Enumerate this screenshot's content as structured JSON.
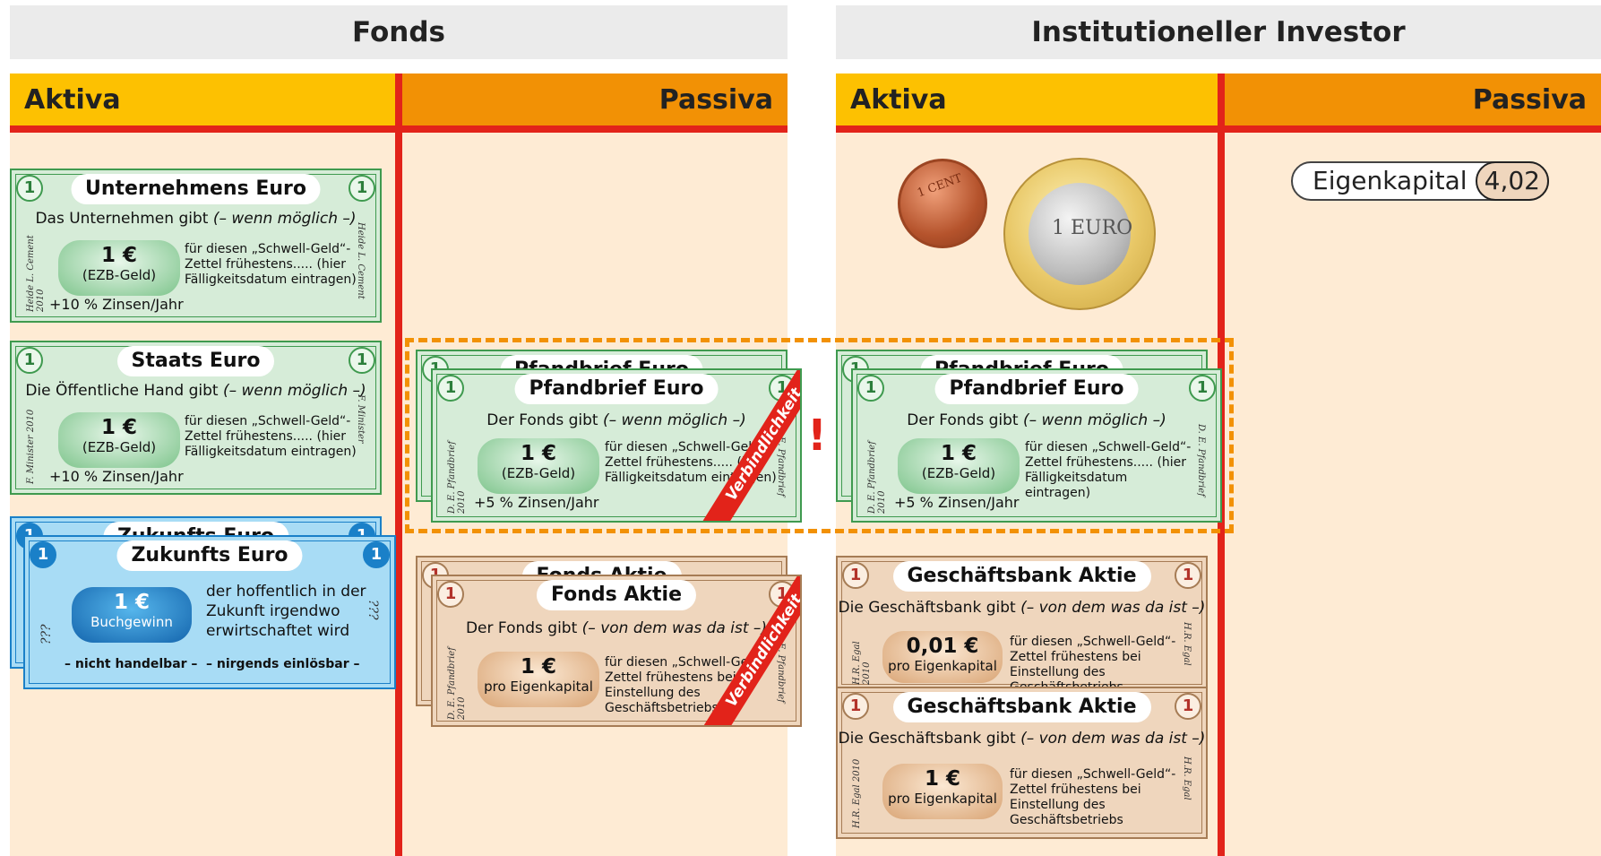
{
  "headers": {
    "fonds": "Fonds",
    "investor": "Institutioneller Investor"
  },
  "columns": {
    "aktiva": "Aktiva",
    "passiva": "Passiva"
  },
  "notes": {
    "unternehmen": {
      "number": "1",
      "title": "Unternehmens Euro",
      "line1": "Das Unternehmen gibt",
      "line1_italic": "(– wenn möglich –)",
      "amount": "1 €",
      "unit": "(EZB-Geld)",
      "desc": "für diesen „Schwell-Geld“-Zettel frühestens..... (hier Fälligkeitsdatum eintragen)",
      "foot": "+10 % Zinsen/Jahr",
      "sign": "Heide L. Cement 2010",
      "sign_right": "Heide L. Cement"
    },
    "staat": {
      "number": "1",
      "title": "Staats Euro",
      "line1": "Die Öffentliche Hand gibt",
      "line1_italic": "(– wenn möglich –)",
      "amount": "1 €",
      "unit": "(EZB-Geld)",
      "desc": "für diesen „Schwell-Geld“-Zettel frühestens..... (hier Fälligkeitsdatum eintragen)",
      "foot": "+10 % Zinsen/Jahr",
      "sign": "F. Minister 2010",
      "sign_right": "F. Minister"
    },
    "zukunft": {
      "number": "1",
      "title": "Zukunfts Euro",
      "amount": "1 €",
      "unit": "Buchgewinn",
      "desc": "der hoffentlich in der Zukunft irgendwo erwirtschaftet wird",
      "foot_left": "– nicht handelbar –",
      "foot_right": "– nirgends einlösbar –",
      "sign": "???"
    },
    "pfandbrief": {
      "number": "1",
      "title": "Pfandbrief Euro",
      "line1": "Der Fonds gibt",
      "line1_italic": "(– wenn möglich –)",
      "amount": "1 €",
      "unit": "(EZB-Geld)",
      "desc": "für diesen „Schwell-Geld“-Zettel frühestens..... (hier Fälligkeitsdatum eintragen)",
      "foot": "+5 % Zinsen/Jahr",
      "sign": "D. E. Pfandbrief 2010",
      "sign_right": "D. E. Pfandbrief"
    },
    "fondsaktie": {
      "number": "1",
      "title": "Fonds Aktie",
      "line1": "Der Fonds gibt",
      "line1_italic": "(– von dem was da ist –)",
      "amount": "1 €",
      "unit": "pro Eigenkapital",
      "desc": "für diesen „Schwell-Geld“-Zettel frühestens bei Einstellung des Geschäftsbetriebs",
      "sign": "D. E. Pfandbrief 2010",
      "sign_right": "D. E. Pfandbrief"
    },
    "gbaktie1": {
      "number": "1",
      "title": "Geschäftsbank Aktie",
      "line1": "Die Geschäftsbank gibt",
      "line1_italic": "(– von dem was da ist –)",
      "amount": "0,01 €",
      "unit": "pro Eigenkapital",
      "desc": "für diesen „Schwell-Geld“-Zettel frühestens bei Einstellung des Geschäftsbetriebs",
      "sign": "H.R. Egal 2010",
      "sign_right": "H.R. Egal"
    },
    "gbaktie2": {
      "number": "1",
      "title": "Geschäftsbank Aktie",
      "line1": "Die Geschäftsbank gibt",
      "line1_italic": "(– von dem was da ist –)",
      "amount": "1 €",
      "unit": "pro Eigenkapital",
      "desc": "für diesen „Schwell-Geld“-Zettel frühestens bei Einstellung des Geschäftsbetriebs",
      "sign": "H.R. Egal 2010",
      "sign_right": "H.R. Egal"
    }
  },
  "sash": "Verbindlichkeit",
  "exclamation": "!",
  "eigenkapital": {
    "label": "Eigenkapital",
    "value": "4,02"
  },
  "coins": {
    "cent": "1 CENT",
    "euro": "1 EURO"
  }
}
